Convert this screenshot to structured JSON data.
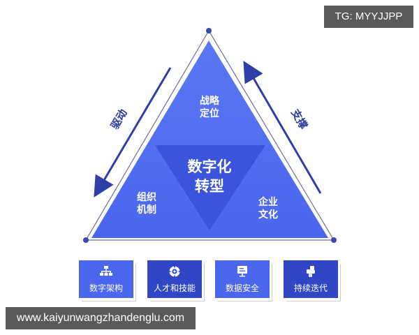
{
  "watermarks": {
    "top_right": "TG: MYYJJPP",
    "bottom_left": "www.kaiyunwangzhandenglu.com"
  },
  "diagram": {
    "center": "数字化\n转型",
    "top": "战略\n定位",
    "bottom_left": "组织\n机制",
    "bottom_right": "企业\n文化",
    "left_arrow_label": "驱动",
    "right_arrow_label": "支撑",
    "colors": {
      "triangle_fill": "#4e6cf0",
      "inner_triangle_fill": "#3a52d8",
      "arrow": "#2f3fa8",
      "outline": "#5a5f8a",
      "node": "#3a4aa8"
    }
  },
  "cards": [
    {
      "label": "数字架构",
      "icon": "org-chart-icon",
      "color": "#4a67ee"
    },
    {
      "label": "人才和技能",
      "icon": "target-icon",
      "color": "#2f47c4"
    },
    {
      "label": "数据安全",
      "icon": "monitor-icon",
      "color": "#4a67ee"
    },
    {
      "label": "持续迭代",
      "icon": "blocks-icon",
      "color": "#2f47c4"
    }
  ]
}
